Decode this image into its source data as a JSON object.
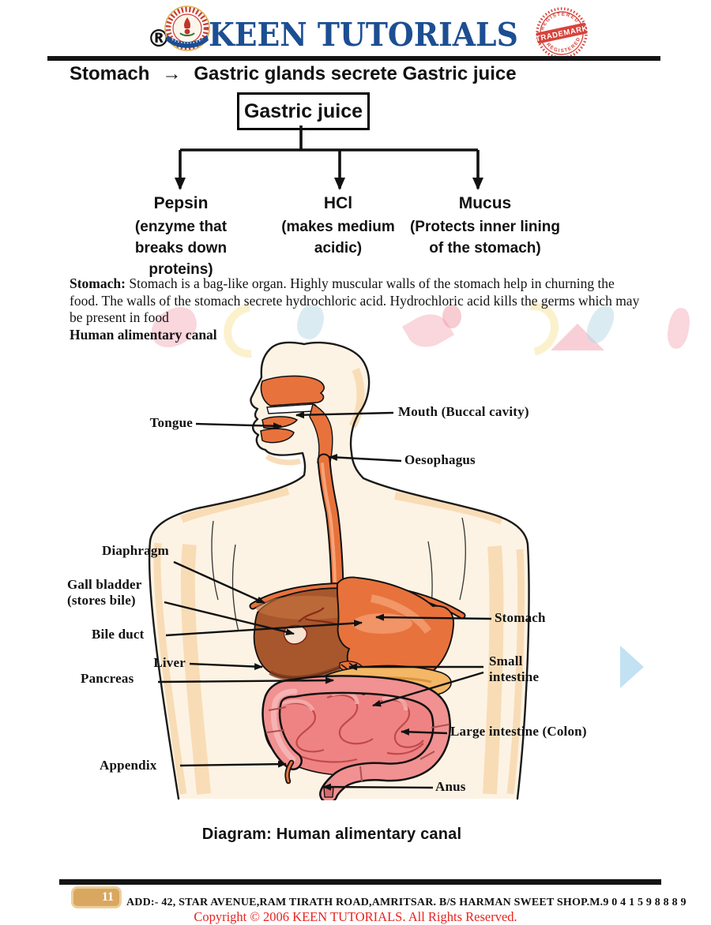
{
  "header": {
    "registered": "®",
    "brand": "KEEN TUTORIALS",
    "brand_color": "#1c4e92",
    "stamp": {
      "top": "REGISTERED",
      "middle": "TRADEMARK",
      "bottom": "REGISTERED",
      "color": "#d6443c"
    }
  },
  "flowchart": {
    "heading": {
      "subject": "Stomach",
      "arrow": "→",
      "result": "Gastric glands secrete Gastric juice"
    },
    "root": "Gastric juice",
    "branches": [
      {
        "name": "Pepsin",
        "description": "(enzyme that breaks down proteins)"
      },
      {
        "name": "HCl",
        "description": "(makes medium acidic)"
      },
      {
        "name": "Mucus",
        "description": "(Protects inner lining of the stomach)"
      }
    ]
  },
  "paragraph": {
    "label": "Stomach:",
    "text": " Stomach is a bag-like organ. Highly muscular walls of the stomach help in churning the food. The walls of the stomach secrete hydrochloric acid. Hydrochloric acid kills the germs which may be present in food",
    "subheading": "Human alimentary canal"
  },
  "diagram": {
    "labels": [
      "Tongue",
      "Mouth (Buccal cavity)",
      "Oesophagus",
      "Diaphragm",
      "Gall bladder (stores bile)",
      "Bile duct",
      "Liver",
      "Pancreas",
      "Stomach",
      "Small intestine",
      "Large intestine (Colon)",
      "Appendix",
      "Anus"
    ],
    "caption": "Diagram: Human alimentary canal",
    "colors": {
      "skin": "#fdf3e4",
      "skin_shade": "#f8d8ae",
      "tract_orange": "#e8723c",
      "liver_brown": "#a8572c",
      "pancreas_tan": "#f3b765",
      "small_intestine_pink": "#ef8383",
      "large_intestine_salmon": "#f19191"
    }
  },
  "footer": {
    "page_number": "11",
    "address": "ADD:- 42, STAR AVENUE,RAM TIRATH ROAD,AMRITSAR. B/S HARMAN SWEET SHOP.M.9 0 4 1 5 9 8 8 8 9",
    "copyright": "Copyright © 2006 KEEN TUTORIALS. All Rights Reserved."
  }
}
